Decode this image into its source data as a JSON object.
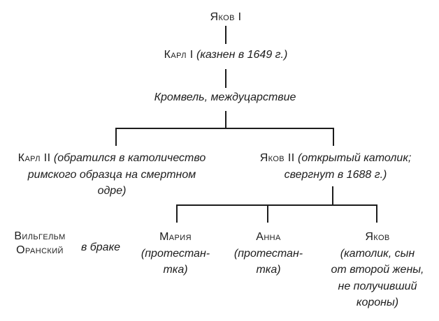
{
  "tree": {
    "james1": {
      "name": "Яков I"
    },
    "charles1": {
      "name": "Карл I",
      "note": "(казнен в 1649 г.)"
    },
    "cromwell": {
      "label": "Кромвель, междуцарствие"
    },
    "charles2": {
      "name": "Карл II",
      "note": "(обратился в католичество\nримского образца на смертном\nодре)"
    },
    "james2": {
      "name": "Яков II",
      "note": "(открытый католик;\nсвергнут в 1688 г.)"
    },
    "william": {
      "name": "Вильгельм\nОранский"
    },
    "marriage_label": "в браке",
    "mary": {
      "name": "Мария",
      "note": "(протестан-\nтка)"
    },
    "anne": {
      "name": "Анна",
      "note": "(протестан-\nтка)"
    },
    "james_pretender": {
      "name": "Яков",
      "note": "(католик, сын\nот второй жены,\nне получивший\nкороны)"
    }
  },
  "colors": {
    "background": "#ffffff",
    "text": "#1c1c1c",
    "line": "#1c1c1c"
  }
}
